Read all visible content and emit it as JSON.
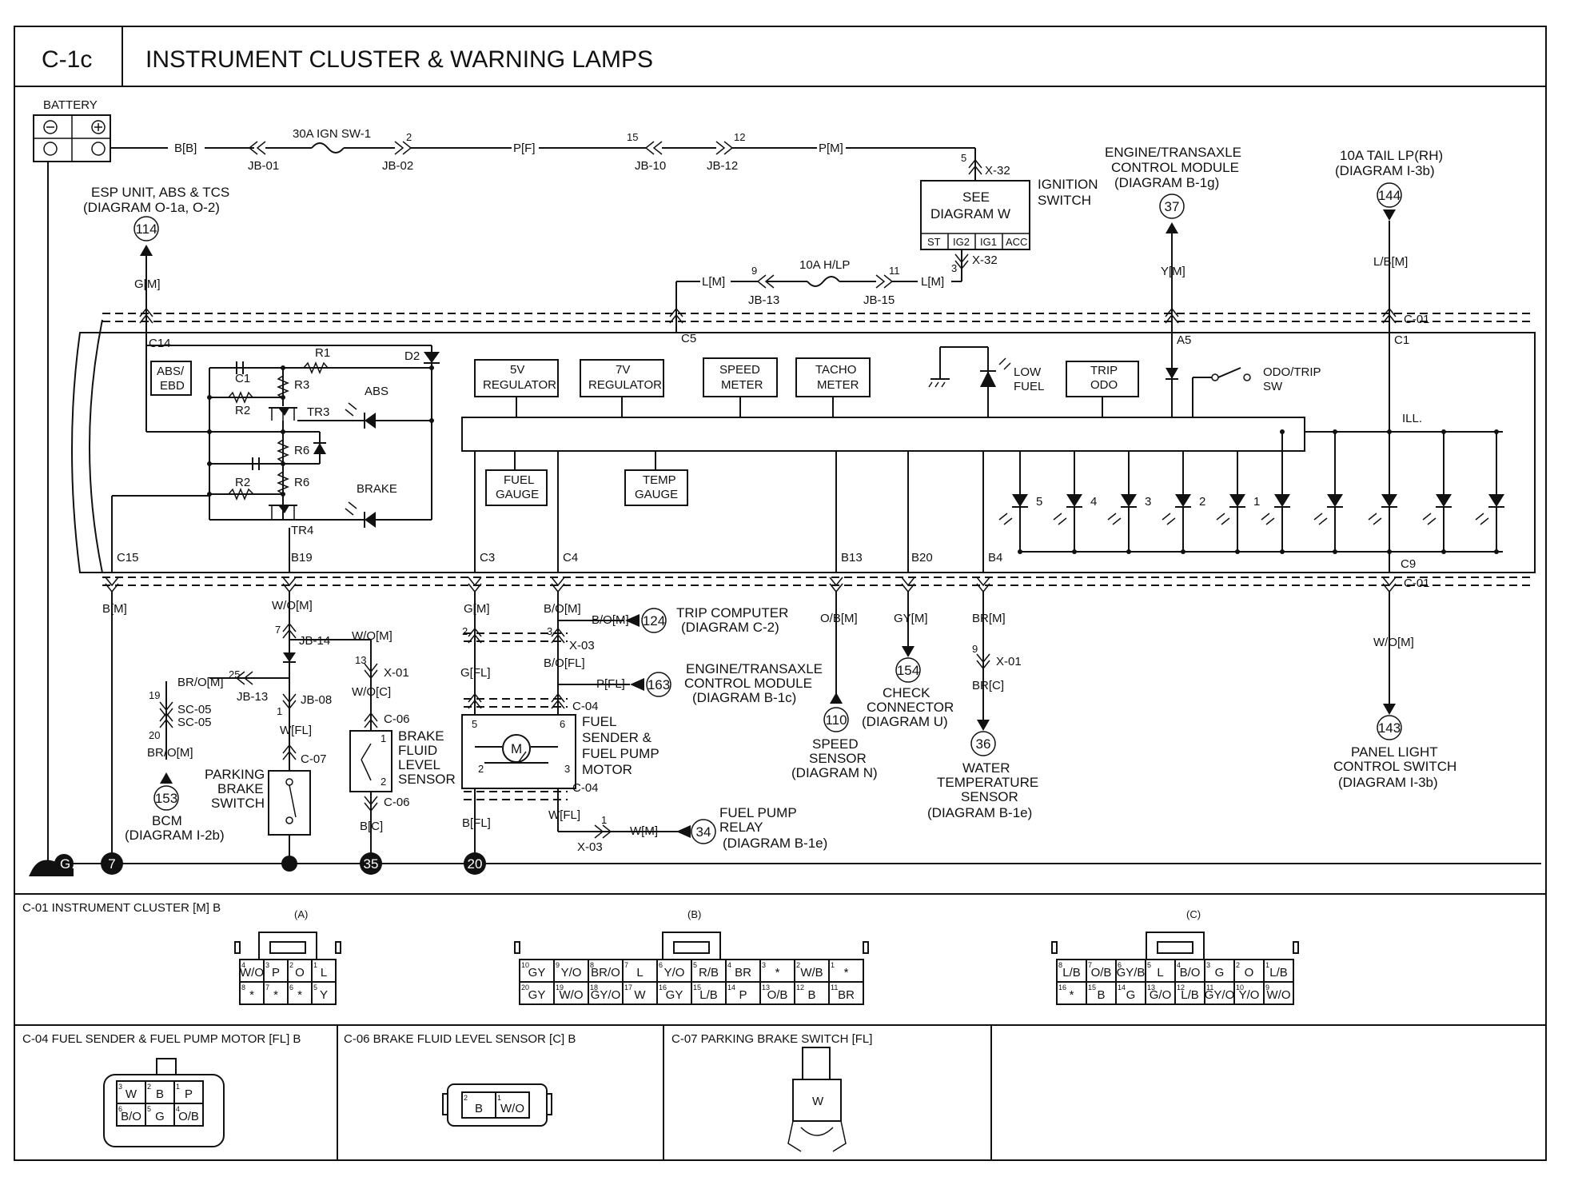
{
  "header": {
    "code": "C-1c",
    "title": "INSTRUMENT CLUSTER & WARNING LAMPS"
  },
  "power": {
    "battery": "BATTERY",
    "wire_bb": "B[B]",
    "jb01": "JB-01",
    "fuse_ign": "30A IGN SW-1",
    "pin2": "2",
    "jb02": "JB-02",
    "wire_pf": "P[F]",
    "pin15": "15",
    "jb10": "JB-10",
    "pin12": "12",
    "jb12": "JB-12",
    "wire_pm": "P[M]",
    "pin5": "5",
    "x32a": "X-32",
    "pin3": "3",
    "x32b": "X-32",
    "see1": "SEE",
    "see2": "DIAGRAM W",
    "ign1": "IGNITION",
    "ign2": "SWITCH",
    "ign_pins": [
      "ST",
      "IG2",
      "IG1",
      "ACC"
    ],
    "wire_lm_a": "L[M]",
    "pin9": "9",
    "jb13": "JB-13",
    "fuse_hlp": "10A H/LP",
    "pin11": "11",
    "jb15": "JB-15",
    "wire_lm_b": "L[M]"
  },
  "refs_top": {
    "esp1": "ESP UNIT, ABS & TCS",
    "esp2": "(DIAGRAM O-1a, O-2)",
    "esp_num": "114",
    "esp_wire": "G[M]",
    "ecm1": "ENGINE/TRANSAXLE",
    "ecm2": "CONTROL MODULE",
    "ecm3": "(DIAGRAM B-1g)",
    "ecm_num": "37",
    "ecm_wire": "Y[M]",
    "tail1": "10A TAIL LP(RH)",
    "tail2": "(DIAGRAM I-3b)",
    "tail_num": "144",
    "tail_wire": "L/B[M]"
  },
  "cluster": {
    "c01_top": "C-01",
    "pins_top": [
      "C14",
      "C5",
      "A5",
      "C1"
    ],
    "pins_bottom": [
      "C15",
      "B19",
      "C3",
      "C4",
      "B13",
      "B20",
      "B4",
      "C9"
    ],
    "c01_bottom": "C-01",
    "abs_ebd1": "ABS/",
    "abs_ebd2": "EBD",
    "c1": "C1",
    "r1": "R1",
    "r2a": "R2",
    "r3": "R3",
    "tr3": "TR3",
    "r6a": "R6",
    "r2b": "R2",
    "r6b": "R6",
    "tr4": "TR4",
    "d2": "D2",
    "abs": "ABS",
    "brake": "BRAKE",
    "reg5_1": "5V",
    "reg5_2": "REGULATOR",
    "reg7_1": "7V",
    "reg7_2": "REGULATOR",
    "spd1": "SPEED",
    "spd2": "METER",
    "tach1": "TACHO",
    "tach2": "METER",
    "low1": "LOW",
    "low2": "FUEL",
    "trip1": "TRIP",
    "trip2": "ODO",
    "odo1": "ODO/TRIP",
    "odo2": "SW",
    "fuel1": "FUEL",
    "fuel2": "GAUGE",
    "temp1": "TEMP",
    "temp2": "GAUGE",
    "ill": "ILL.",
    "led_nums": [
      "5",
      "4",
      "3",
      "2",
      "1"
    ]
  },
  "lower": {
    "w_bm": "B[M]",
    "w_wom": "W/O[M]",
    "pin7": "7",
    "jb14": "JB-14",
    "w_wom2": "W/O[M]",
    "pin13": "13",
    "x01a": "X-01",
    "w_woc": "W/O[C]",
    "pin25": "25",
    "w_brom": "BR/O[M]",
    "jb13": "JB-13",
    "jb08": "JB-08",
    "pin1": "1",
    "pin19": "19",
    "sc05a": "SC-05",
    "sc05b": "SC-05",
    "pin20": "20",
    "w_brom2": "BR/O[M]",
    "w_wfl": "W[FL]",
    "c07": "C-07",
    "pb1": "PARKING",
    "pb2": "BRAKE",
    "pb3": "SWITCH",
    "bcm_num": "153",
    "bcm1": "BCM",
    "bcm2": "(DIAGRAM I-2b)",
    "c06a": "C-06",
    "c06b": "C-06",
    "w_bc": "B[C]",
    "bf1": "BRAKE",
    "bf2": "FLUID",
    "bf3": "LEVEL",
    "bf4": "SENSOR",
    "bf_p1": "1",
    "bf_p2": "2",
    "w_gm": "G[M]",
    "w_bom": "B/O[M]",
    "pin2a": "2",
    "pin3a": "3",
    "x03a": "X-03",
    "w_bom2": "B/O[M]",
    "trip_num": "124",
    "tc1": "TRIP COMPUTER",
    "tc2": "(DIAGRAM C-2)",
    "w_gfl": "G[FL]",
    "w_bofl": "B/O[FL]",
    "w_pfl": "P[FL]",
    "ecm_num": "163",
    "ecmb1": "ENGINE/TRANSAXLE",
    "ecmb2": "CONTROL MODULE",
    "ecmb3": "(DIAGRAM B-1c)",
    "c04a": "C-04",
    "c04b": "C-04",
    "fs_p5": "5",
    "fs_p6": "6",
    "fs_p2": "2",
    "fs_p3": "3",
    "motor": "M",
    "fs1": "FUEL",
    "fs2": "SENDER &",
    "fs3": "FUEL PUMP",
    "fs4": "MOTOR",
    "w_bfl": "B[FL]",
    "w_wfl2": "W[FL]",
    "pin1b": "1",
    "x03b": "X-03",
    "w_wm": "W[M]",
    "relay_num": "34",
    "rl1": "FUEL PUMP",
    "rl2": "RELAY",
    "rl3": "(DIAGRAM B-1e)",
    "w_obm": "O/B[M]",
    "spd_num": "110",
    "ss1": "SPEED",
    "ss2": "SENSOR",
    "ss3": "(DIAGRAM N)",
    "w_gym": "GY[M]",
    "chk_num": "154",
    "ck1": "CHECK",
    "ck2": "CONNECTOR",
    "ck3": "(DIAGRAM U)",
    "w_brm": "BR[M]",
    "pin9": "9",
    "x01b": "X-01",
    "w_brc": "BR[C]",
    "wt_num": "36",
    "wt1": "WATER",
    "wt2": "TEMPERATURE",
    "wt3": "SENSOR",
    "wt4": "(DIAGRAM B-1e)",
    "w_wom3": "W/O[M]",
    "pl_num": "143",
    "pl1": "PANEL LIGHT",
    "pl2": "CONTROL SWITCH",
    "pl3": "(DIAGRAM I-3b)",
    "g_label": "G",
    "gnd7": "7",
    "gnd35": "35",
    "gnd20": "20"
  },
  "connectors": {
    "c01_title": "C-01 INSTRUMENT CLUSTER [M] B",
    "a_label": "(A)",
    "b_label": "(B)",
    "c_label": "(C)",
    "a_row1": [
      [
        "4",
        "W/O"
      ],
      [
        "3",
        "P"
      ],
      [
        "2",
        "O"
      ],
      [
        "1",
        "L"
      ]
    ],
    "a_row2": [
      [
        "8",
        "*"
      ],
      [
        "7",
        "*"
      ],
      [
        "6",
        "*"
      ],
      [
        "5",
        "Y"
      ]
    ],
    "b_row1": [
      [
        "10",
        "GY"
      ],
      [
        "9",
        "Y/O"
      ],
      [
        "8",
        "BR/O"
      ],
      [
        "7",
        "L"
      ],
      [
        "6",
        "Y/O"
      ],
      [
        "5",
        "R/B"
      ],
      [
        "4",
        "BR"
      ],
      [
        "3",
        "*"
      ],
      [
        "2",
        "W/B"
      ],
      [
        "1",
        "*"
      ]
    ],
    "b_row2": [
      [
        "20",
        "GY"
      ],
      [
        "19",
        "W/O"
      ],
      [
        "18",
        "GY/O"
      ],
      [
        "17",
        "W"
      ],
      [
        "16",
        "GY"
      ],
      [
        "15",
        "L/B"
      ],
      [
        "14",
        "P"
      ],
      [
        "13",
        "O/B"
      ],
      [
        "12",
        "B"
      ],
      [
        "11",
        "BR"
      ]
    ],
    "c_row1": [
      [
        "8",
        "L/B"
      ],
      [
        "7",
        "O/B"
      ],
      [
        "6",
        "GY/B"
      ],
      [
        "5",
        "L"
      ],
      [
        "4",
        "B/O"
      ],
      [
        "3",
        "G"
      ],
      [
        "2",
        "O"
      ],
      [
        "1",
        "L/B"
      ]
    ],
    "c_row2": [
      [
        "16",
        "*"
      ],
      [
        "15",
        "B"
      ],
      [
        "14",
        "G"
      ],
      [
        "13",
        "G/O"
      ],
      [
        "12",
        "L/B"
      ],
      [
        "11",
        "GY/O"
      ],
      [
        "10",
        "Y/O"
      ],
      [
        "9",
        "W/O"
      ]
    ],
    "c04_title": "C-04 FUEL SENDER & FUEL PUMP MOTOR [FL] B",
    "c04_row1": [
      [
        "3",
        "W"
      ],
      [
        "2",
        "B"
      ],
      [
        "1",
        "P"
      ]
    ],
    "c04_row2": [
      [
        "6",
        "B/O"
      ],
      [
        "5",
        "G"
      ],
      [
        "4",
        "O/B"
      ]
    ],
    "c06_title": "C-06 BRAKE FLUID LEVEL SENSOR [C] B",
    "c06_cells": [
      [
        "2",
        "B"
      ],
      [
        "1",
        "W/O"
      ]
    ],
    "c07_title": "C-07 PARKING BRAKE SWITCH [FL]",
    "c07_cell": "W"
  }
}
